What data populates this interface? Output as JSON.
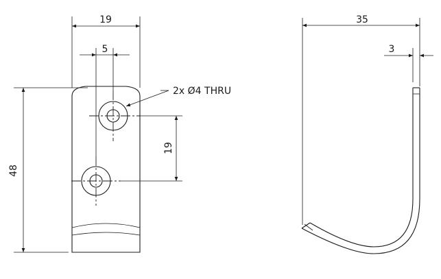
{
  "front_view": {
    "width_label": "19",
    "hole_spacing_offset_label": "5",
    "hole_pitch_label": "19",
    "height_label": "48",
    "hole_callout": "2x Ø4 THRU"
  },
  "side_view": {
    "depth_label": "35",
    "thickness_label": "3"
  }
}
